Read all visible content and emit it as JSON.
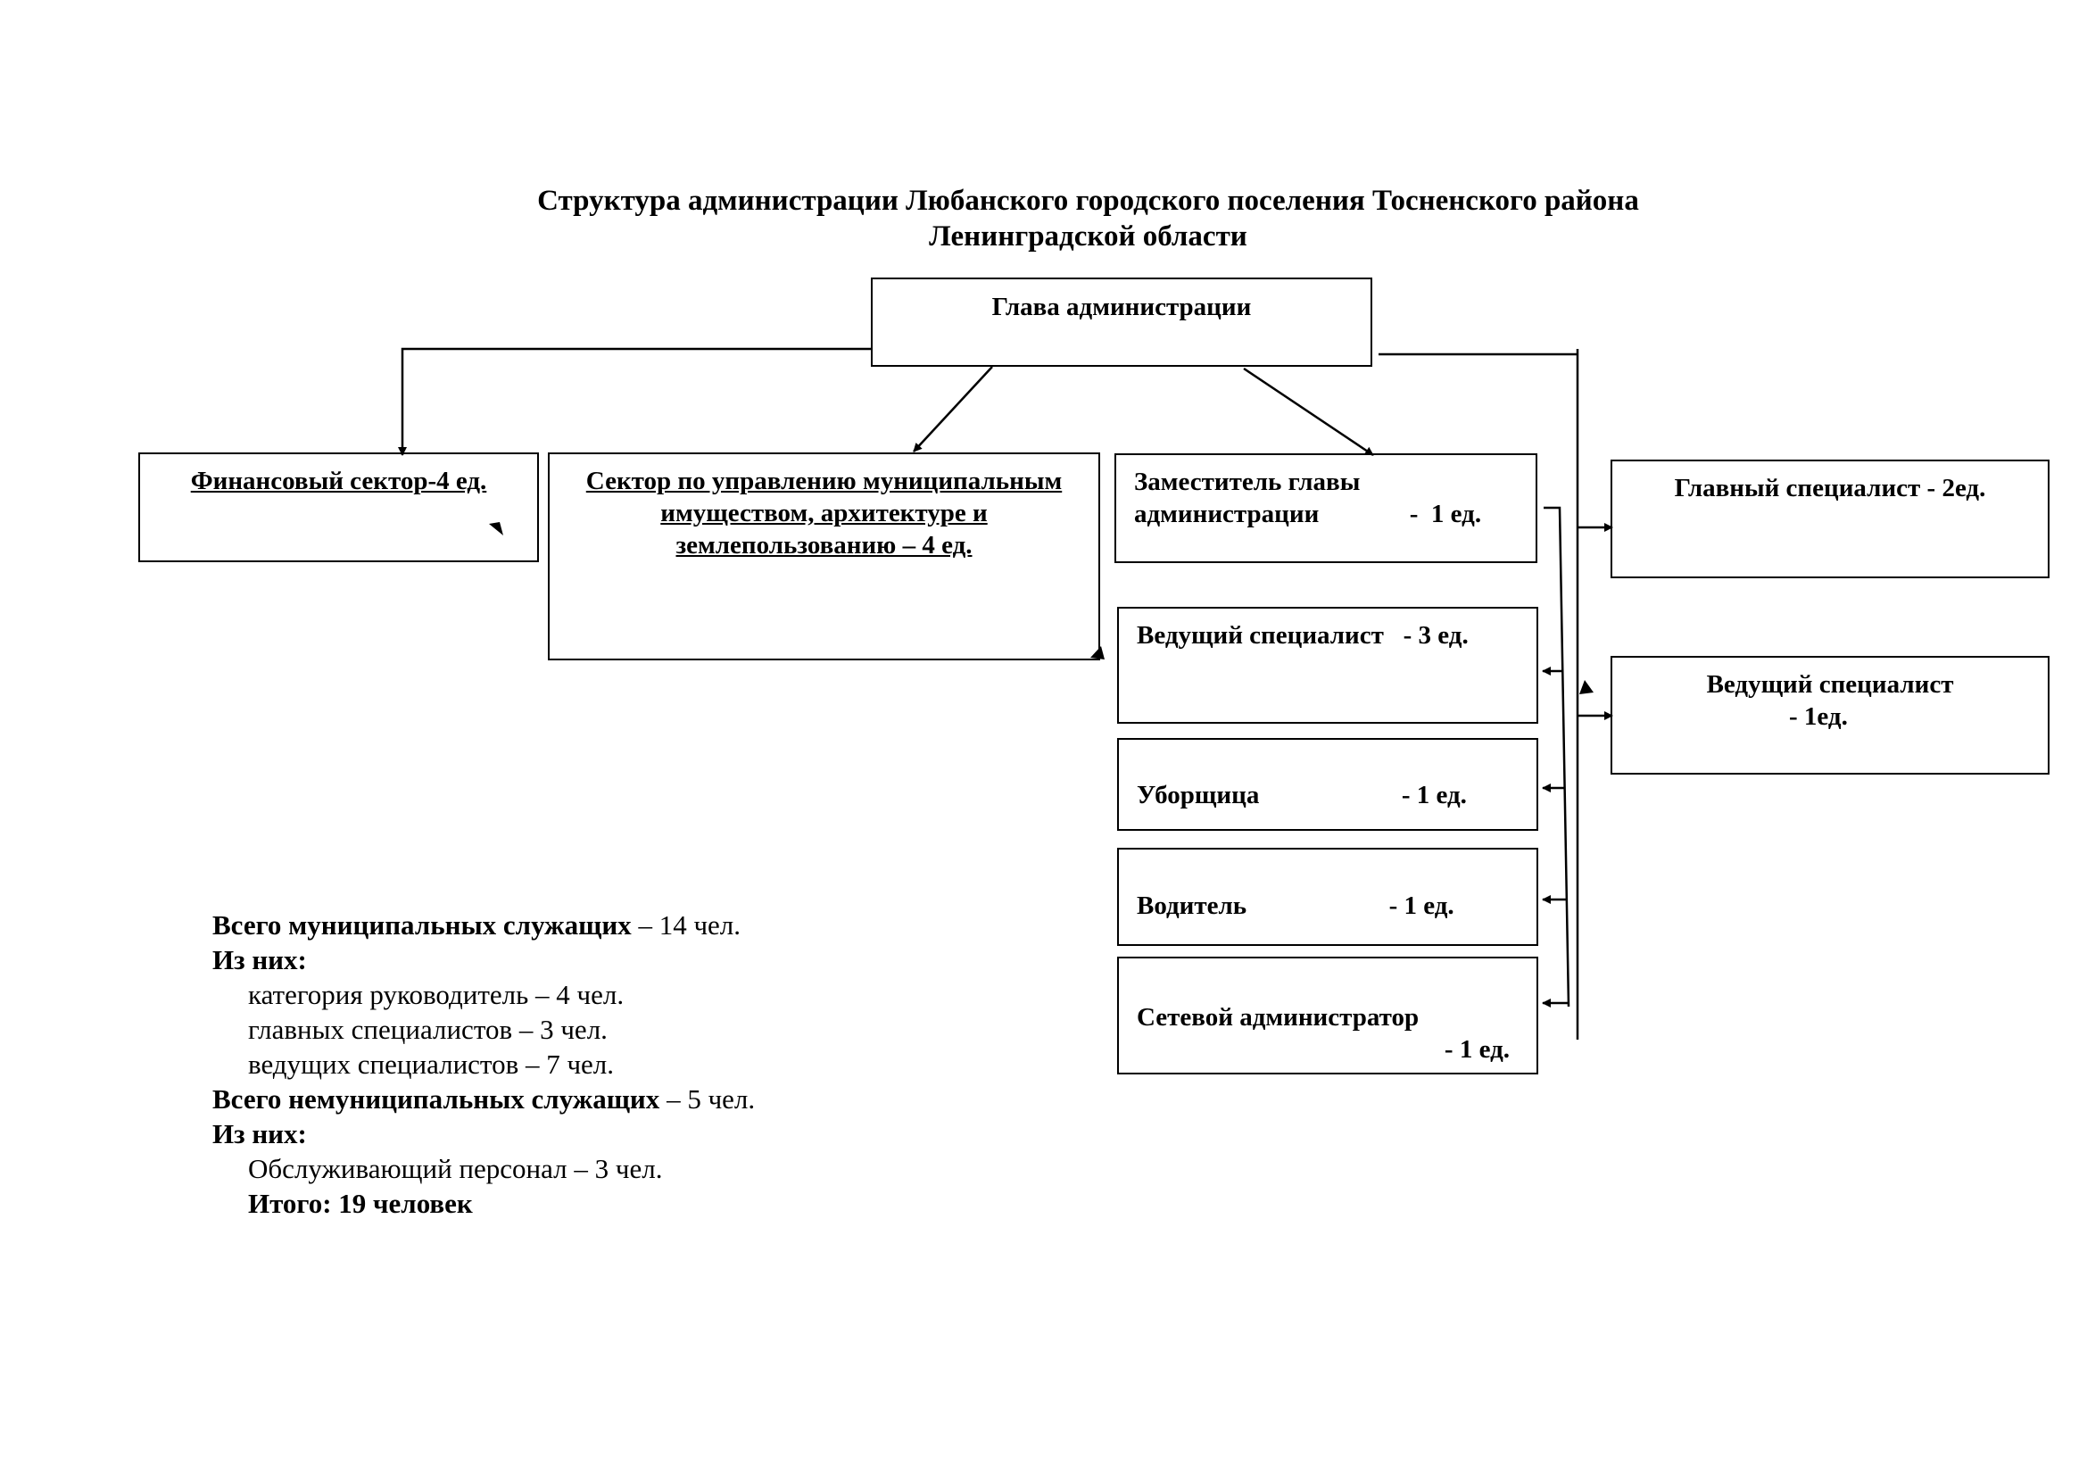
{
  "title": {
    "line1": "Структура администрации Любанского городского поселения   Тосненского района",
    "line2": "Ленинградской области"
  },
  "boxes": {
    "head": "Глава администрации",
    "finance": "Финансовый сектор-4 ед.",
    "property": "Сектор по управлению муниципальным имуществом, архитектуре и землепользованию – 4 ед.",
    "deputy_line1": "Заместитель главы",
    "deputy_line2": "администрации              -  1 ед.",
    "lead3": "Ведущий специалист   - 3 ед.",
    "cleaner": "Уборщица                      - 1 ед.",
    "driver": "Водитель                      - 1 ед.",
    "netadmin_line1": "Сетевой администратор",
    "netadmin_line2": "- 1 ед.",
    "chief2": "Главный специалист - 2ед.",
    "lead1_line1": "Ведущий  специалист",
    "lead1_line2": "- 1ед."
  },
  "summary": {
    "municipal_label": "Всего муниципальных служащих",
    "municipal_value": " – 14 чел.",
    "of_them_1": "Из них:",
    "cat_heads": "категория руководитель – 4 чел.",
    "cat_chief": "главных специалистов – 3 чел.",
    "cat_lead": "ведущих специалистов – 7 чел.",
    "nonmunicipal_label": "Всего немуниципальных служащих",
    "nonmunicipal_value": " – 5 чел.",
    "of_them_2": "Из них:",
    "service": "Обслуживающий персонал – 3 чел.",
    "total": "Итого: 19 человек"
  }
}
